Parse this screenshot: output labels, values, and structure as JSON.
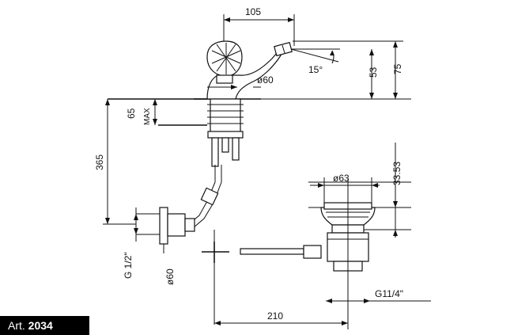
{
  "dimensions": {
    "d105": "105",
    "d15deg": "15°",
    "d53": "53",
    "d75": "75",
    "d60_spout": "ø60",
    "d65": "65",
    "max": "MAX",
    "d365": "365",
    "d63": "ø63",
    "d3353": "33:53",
    "g12": "G 1/2\"",
    "d60_bottom": "ø60",
    "g114": "G11/4\"",
    "d210": "210"
  },
  "article": {
    "prefix": "Art.",
    "number": "2034"
  }
}
